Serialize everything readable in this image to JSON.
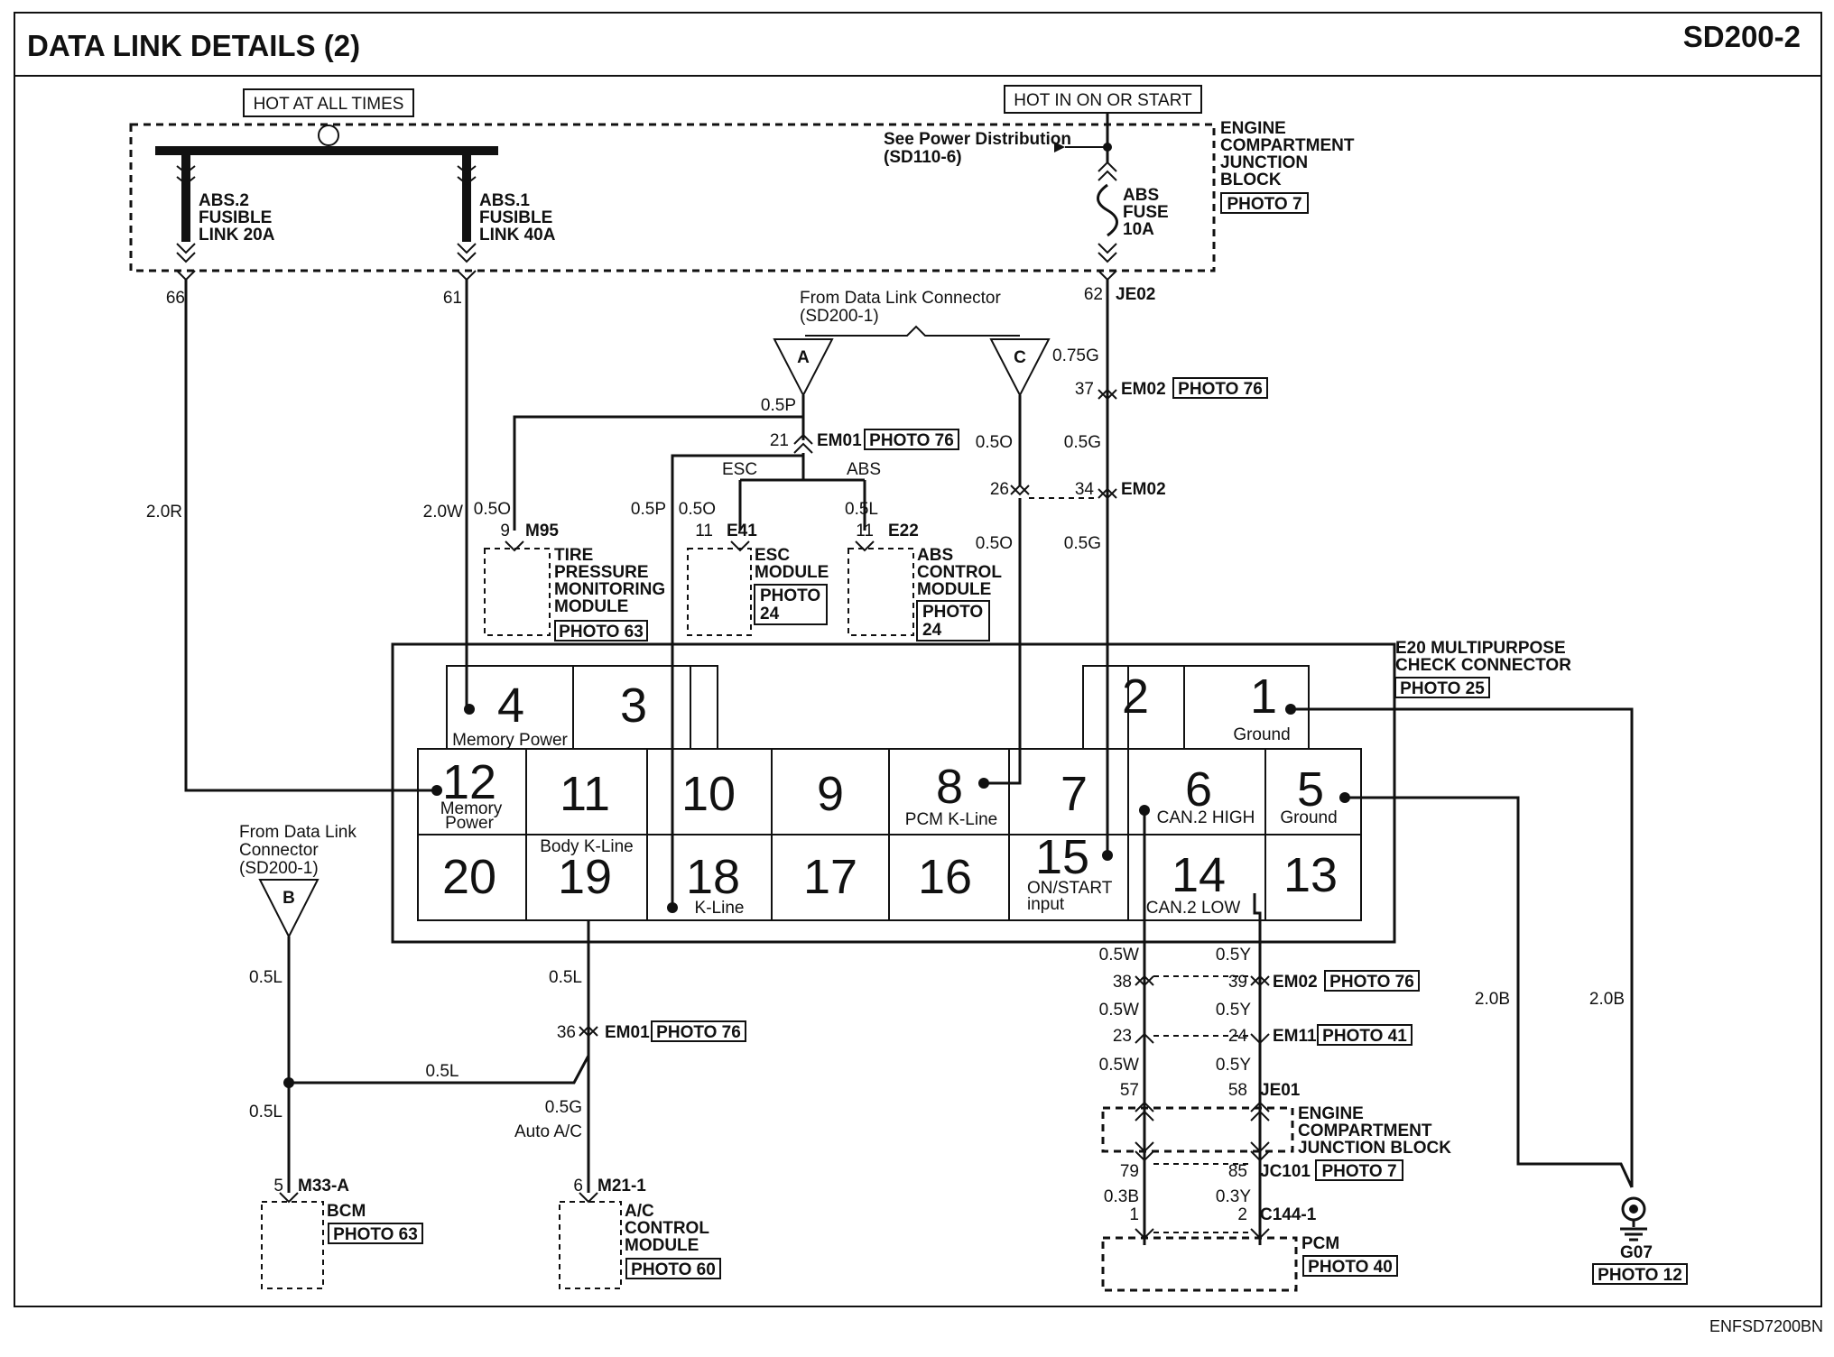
{
  "header": {
    "title": "DATA LINK DETAILS (2)",
    "code": "SD200-2"
  },
  "footer": {
    "code": "ENFSD7200BN"
  },
  "power": {
    "hot_all_times": "HOT AT ALL TIMES",
    "hot_on_start": "HOT IN ON OR START",
    "see_power_1": "See Power Distribution",
    "see_power_2": "(SD110-6)",
    "abs2_1": "ABS.2",
    "abs2_2": "FUSIBLE",
    "abs2_3": "LINK 20A",
    "abs1_1": "ABS.1",
    "abs1_2": "FUSIBLE",
    "abs1_3": "LINK 40A",
    "absfuse_1": "ABS",
    "absfuse_2": "FUSE",
    "absfuse_3": "10A",
    "ecjb_1": "ENGINE",
    "ecjb_2": "COMPARTMENT",
    "ecjb_3": "JUNCTION",
    "ecjb_4": "BLOCK",
    "ecjb_photo": "PHOTO 7",
    "pin_66": "66",
    "pin_61": "61",
    "pin_62": "62",
    "conn_je02": "JE02"
  },
  "dlc_top": {
    "from_1": "From Data Link Connector",
    "from_2": "(SD200-1)",
    "tri_a": "A",
    "tri_c": "C",
    "w_075g": "0.75G",
    "pin_37": "37",
    "conn_em02": "EM02",
    "photo76": "PHOTO 76",
    "w_05p": "0.5P",
    "pin_21": "21",
    "conn_em01": "EM01",
    "w_05o": "0.5O",
    "w_05g": "0.5G",
    "esc": "ESC",
    "abs": "ABS",
    "pin_26": "26",
    "pin_34": "34",
    "conn_em02b": "EM02"
  },
  "modules": {
    "w_20r": "2.0R",
    "w_20w": "2.0W",
    "w_05o_a": "0.5O",
    "w_05p_b": "0.5P",
    "w_05o_c": "0.5O",
    "w_05l": "0.5L",
    "w_05o_d": "0.5O",
    "w_05g_d": "0.5G",
    "tpms_pin": "9",
    "tpms_conn": "M95",
    "tpms_1": "TIRE",
    "tpms_2": "PRESSURE",
    "tpms_3": "MONITORING",
    "tpms_4": "MODULE",
    "tpms_photo": "PHOTO 63",
    "esc_pin": "11",
    "esc_conn": "E41",
    "esc_1": "ESC",
    "esc_2": "MODULE",
    "esc_photo_1": "PHOTO",
    "esc_photo_2": "24",
    "abs_pin": "11",
    "abs_conn": "E22",
    "abs_1": "ABS",
    "abs_2": "CONTROL",
    "abs_3": "MODULE",
    "abs_photo_1": "PHOTO",
    "abs_photo_2": "24"
  },
  "connector": {
    "name_1": "E20 MULTIPURPOSE",
    "name_2": "CHECK CONNECTOR",
    "photo": "PHOTO 25",
    "p4": "4",
    "p4_lbl": "Memory Power",
    "p3": "3",
    "p2": "2",
    "p1": "1",
    "p1_lbl": "Ground",
    "p12": "12",
    "p12_lbl1": "Memory",
    "p12_lbl2": "Power",
    "p11": "11",
    "p10": "10",
    "p9": "9",
    "p8": "8",
    "p8_lbl": "PCM K-Line",
    "p7": "7",
    "p6": "6",
    "p6_lbl": "CAN.2 HIGH",
    "p5": "5",
    "p5_lbl": "Ground",
    "p20": "20",
    "p19": "19",
    "p19_lbl": "Body K-Line",
    "p18": "18",
    "p18_lbl": "K-Line",
    "p17": "17",
    "p16": "16",
    "p15": "15",
    "p15_lbl1": "ON/START",
    "p15_lbl2": "input",
    "p14": "14",
    "p14_lbl": "CAN.2 LOW",
    "p13": "13"
  },
  "lower_left": {
    "from_1": "From Data Link",
    "from_2": "Connector",
    "from_3": "(SD200-1)",
    "tri_b": "B",
    "w_05l_a": "0.5L",
    "w_05l_b": "0.5L",
    "w_05l_c": "0.5L",
    "w_05l_d": "0.5L",
    "pin_36": "36",
    "conn_em01": "EM01",
    "photo76": "PHOTO 76",
    "w_05g": "0.5G",
    "auto_ac": "Auto A/C",
    "bcm_pin": "5",
    "bcm_conn": "M33-A",
    "bcm": "BCM",
    "bcm_photo": "PHOTO 63",
    "ac_pin": "6",
    "ac_conn": "M21-1",
    "ac_1": "A/C",
    "ac_2": "CONTROL",
    "ac_3": "MODULE",
    "ac_photo": "PHOTO 60"
  },
  "lower_right": {
    "w_05w_1": "0.5W",
    "w_05y_1": "0.5Y",
    "pin_38": "38",
    "pin_39": "39",
    "conn_em02": "EM02",
    "photo76": "PHOTO 76",
    "w_05w_2": "0.5W",
    "w_05y_2": "0.5Y",
    "pin_23": "23",
    "pin_24": "24",
    "conn_em11": "EM11",
    "photo41": "PHOTO 41",
    "w_05w_3": "0.5W",
    "w_05y_3": "0.5Y",
    "pin_57": "57",
    "pin_58": "58",
    "conn_je01": "JE01",
    "ecjb_1": "ENGINE",
    "ecjb_2": "COMPARTMENT",
    "ecjb_3": "JUNCTION BLOCK",
    "pin_79": "79",
    "pin_85": "85",
    "conn_jc101": "JC101",
    "photo7": "PHOTO 7",
    "w_03b": "0.3B",
    "w_03y": "0.3Y",
    "pin_1": "1",
    "pin_2": "2",
    "conn_c144": "C144-1",
    "pcm": "PCM",
    "pcm_photo": "PHOTO 40",
    "w_20b_1": "2.0B",
    "w_20b_2": "2.0B",
    "g07": "G07",
    "g07_photo": "PHOTO 12"
  }
}
